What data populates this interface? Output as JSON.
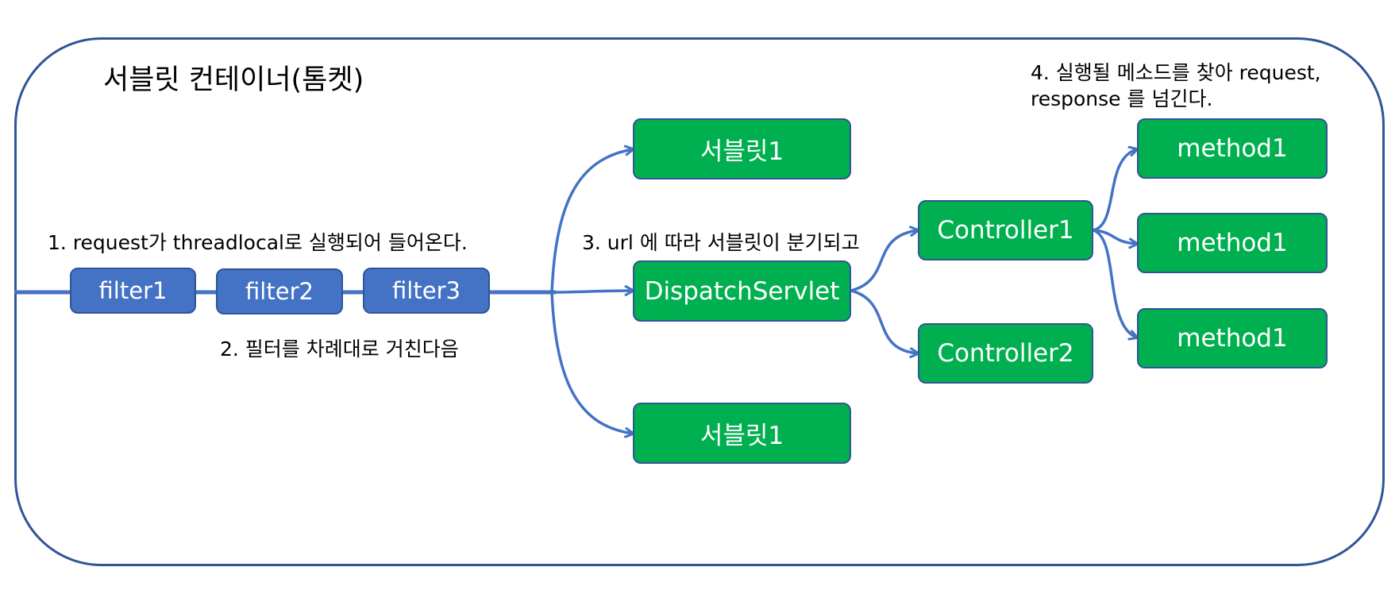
{
  "container": {
    "title": "서블릿 컨테이너(톰켓)"
  },
  "filters": [
    "filter1",
    "filter2",
    "filter3"
  ],
  "servlets": {
    "top": "서블릿1",
    "dispatcher": "DispatchServlet",
    "bottom": "서블릿1"
  },
  "controllers": [
    "Controller1",
    "Controller2"
  ],
  "methods": [
    "method1",
    "method1",
    "method1"
  ],
  "steps": {
    "step1": "1. request가 threadlocal로 실행되어 들어온다.",
    "step2": "2. 필터를 차례대로 거친다음",
    "step3": "3. url 에 따라 서블릿이 분기되고",
    "step4_line1": "4. 실행될 메소드를 찾아 request,",
    "step4_line2": "response 를 넘긴다."
  },
  "colors": {
    "border": "#2f5597",
    "filter_fill": "#4472c4",
    "servlet_fill": "#00b050",
    "arrow": "#4472c4"
  }
}
